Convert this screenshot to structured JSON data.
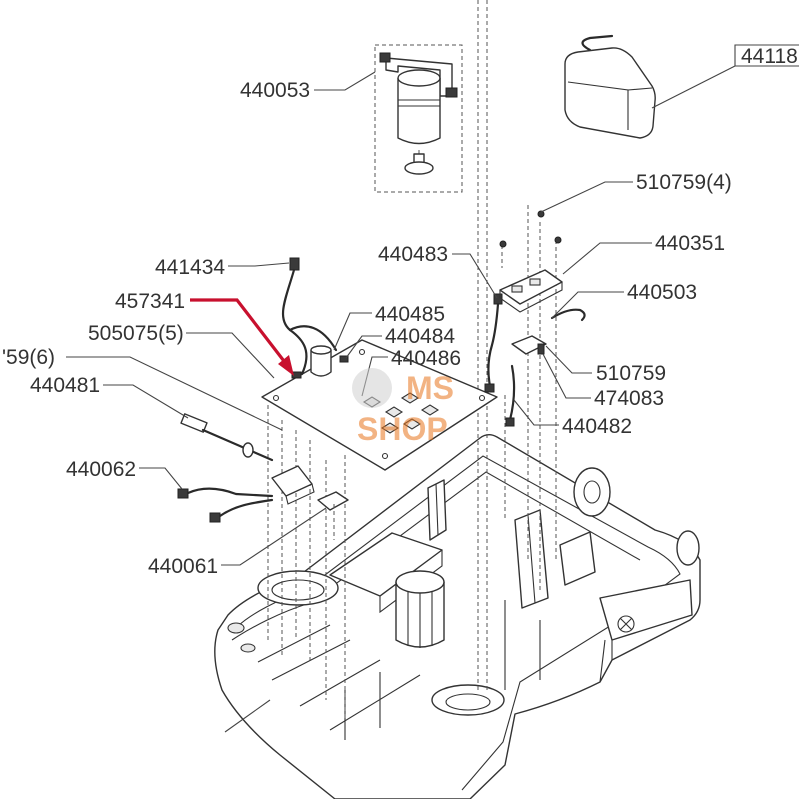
{
  "callouts": {
    "c440053": "440053",
    "c44118": "44118",
    "c510759_4": "510759(4)",
    "c440351": "440351",
    "c440483": "440483",
    "c441434": "441434",
    "c440503": "440503",
    "c457341": "457341",
    "c440485": "440485",
    "c505075_5": "505075(5)",
    "c440484": "440484",
    "c759_6": "'59(6)",
    "c440486": "440486",
    "c510759": "510759",
    "c440481": "440481",
    "c474083": "474083",
    "c440482": "440482",
    "c440062": "440062",
    "c440061": "440061"
  },
  "watermark": {
    "line1": "MS",
    "line2": "SHOP"
  },
  "colors": {
    "line": "#333333",
    "highlight_arrow": "#c8102e",
    "watermark": "#e8761e"
  }
}
